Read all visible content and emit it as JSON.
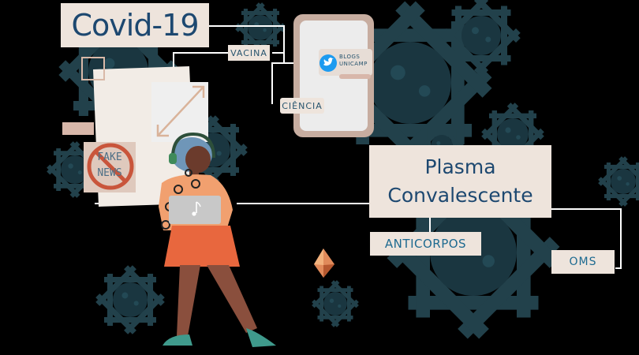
{
  "title": "Covid-19",
  "labels": {
    "vacina": "VACINA",
    "ciencia": "CIÊNCIA",
    "plasma_line1": "Plasma",
    "plasma_line2": "Convalescente",
    "anticorpos": "ANTICORPOS",
    "oms": "OMS"
  },
  "phone": {
    "badge_line1": "BLOGS",
    "badge_line2": "UNICAMP"
  },
  "stamp": {
    "line1": "FAKE",
    "line2": "NEWS"
  },
  "colors": {
    "background": "#000000",
    "card": "#eee4dc",
    "text_dark_blue": "#1d4870",
    "virus": "#1f3a44",
    "line": "#ffffff"
  },
  "icons": [
    "virus-icon",
    "twitter-bird-icon",
    "expand-arrow-icon",
    "no-sign-icon",
    "music-note-icon",
    "diamond-icon"
  ]
}
